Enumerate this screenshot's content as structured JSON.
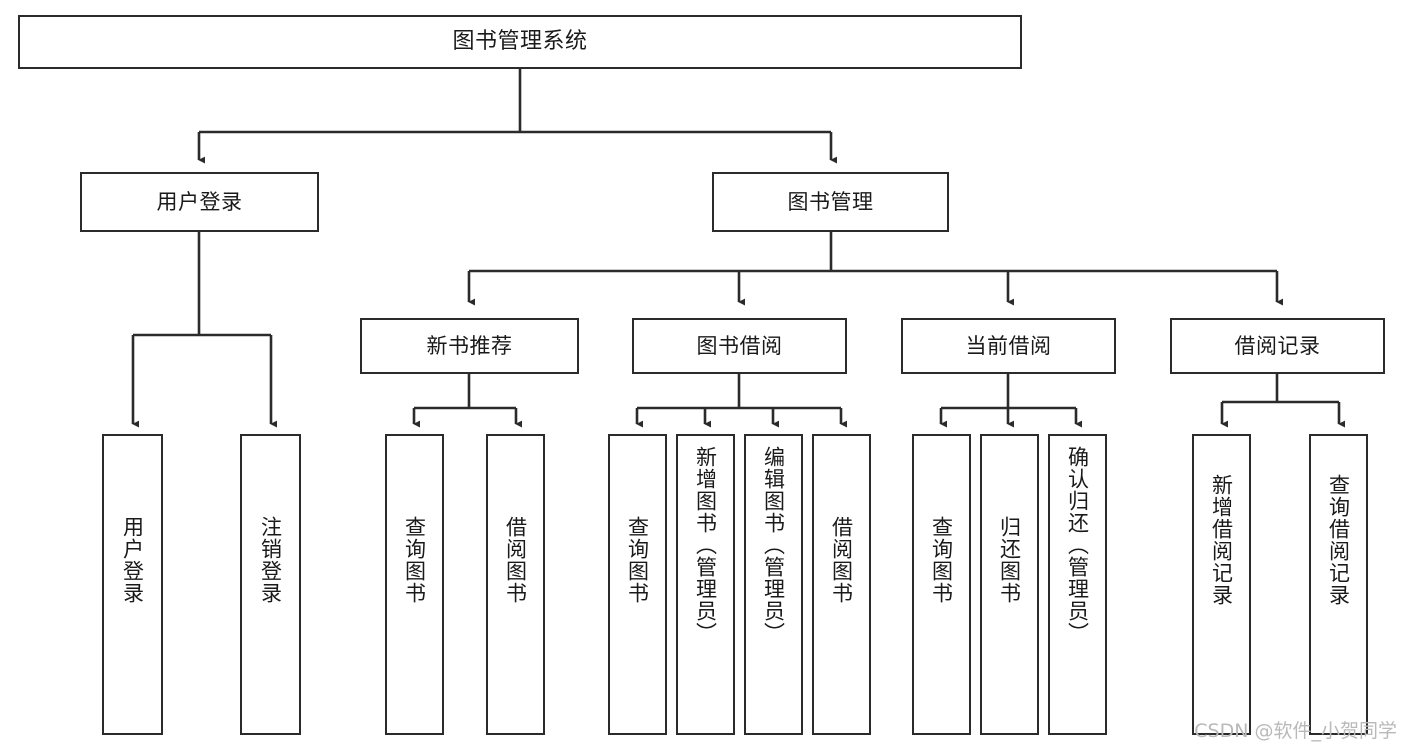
{
  "diagram": {
    "type": "tree-hierarchy",
    "title": "图书管理系统",
    "watermark": "CSDN @软件_小贺同学",
    "stroke_color": "#2b2b2b",
    "background_color": "#ffffff",
    "text_color": "#1a1a1a",
    "watermark_color": "#b9b9b9",
    "nodes": {
      "root": {
        "label": "图书管理系统",
        "level": 0,
        "orientation": "horizontal"
      },
      "user_login": {
        "label": "用户登录",
        "level": 1,
        "orientation": "horizontal"
      },
      "book_manage": {
        "label": "图书管理",
        "level": 1,
        "orientation": "horizontal"
      },
      "new_book_rec": {
        "label": "新书推荐",
        "level": 2,
        "orientation": "horizontal"
      },
      "book_borrow": {
        "label": "图书借阅",
        "level": 2,
        "orientation": "horizontal"
      },
      "current_borrow": {
        "label": "当前借阅",
        "level": 2,
        "orientation": "horizontal"
      },
      "borrow_record": {
        "label": "借阅记录",
        "level": 2,
        "orientation": "horizontal"
      },
      "leaf_user_login": {
        "label": "用户登录",
        "level": 2,
        "orientation": "vertical"
      },
      "leaf_logout": {
        "label": "注销登录",
        "level": 2,
        "orientation": "vertical"
      },
      "leaf_query_book_1": {
        "label": "查询图书",
        "level": 3,
        "orientation": "vertical"
      },
      "leaf_borrow_book_1": {
        "label": "借阅图书",
        "level": 3,
        "orientation": "vertical"
      },
      "leaf_query_book_2": {
        "label": "查询图书",
        "level": 3,
        "orientation": "vertical"
      },
      "leaf_add_book": {
        "label": "新增图书（管理员）",
        "level": 3,
        "orientation": "vertical"
      },
      "leaf_edit_book": {
        "label": "编辑图书（管理员）",
        "level": 3,
        "orientation": "vertical"
      },
      "leaf_borrow_book_2": {
        "label": "借阅图书",
        "level": 3,
        "orientation": "vertical"
      },
      "leaf_query_book_3": {
        "label": "查询图书",
        "level": 3,
        "orientation": "vertical"
      },
      "leaf_return_book": {
        "label": "归还图书",
        "level": 3,
        "orientation": "vertical"
      },
      "leaf_confirm_return": {
        "label": "确认归还（管理员）",
        "level": 3,
        "orientation": "vertical"
      },
      "leaf_add_record": {
        "label": "新增借阅记录",
        "level": 3,
        "orientation": "vertical"
      },
      "leaf_query_record": {
        "label": "查询借阅记录",
        "level": 3,
        "orientation": "vertical"
      }
    },
    "edges": [
      {
        "from": "root",
        "to": "user_login"
      },
      {
        "from": "root",
        "to": "book_manage"
      },
      {
        "from": "user_login",
        "to": "leaf_user_login"
      },
      {
        "from": "user_login",
        "to": "leaf_logout"
      },
      {
        "from": "book_manage",
        "to": "new_book_rec"
      },
      {
        "from": "book_manage",
        "to": "book_borrow"
      },
      {
        "from": "book_manage",
        "to": "current_borrow"
      },
      {
        "from": "book_manage",
        "to": "borrow_record"
      },
      {
        "from": "new_book_rec",
        "to": "leaf_query_book_1"
      },
      {
        "from": "new_book_rec",
        "to": "leaf_borrow_book_1"
      },
      {
        "from": "book_borrow",
        "to": "leaf_query_book_2"
      },
      {
        "from": "book_borrow",
        "to": "leaf_add_book"
      },
      {
        "from": "book_borrow",
        "to": "leaf_edit_book"
      },
      {
        "from": "book_borrow",
        "to": "leaf_borrow_book_2"
      },
      {
        "from": "current_borrow",
        "to": "leaf_query_book_3"
      },
      {
        "from": "current_borrow",
        "to": "leaf_return_book"
      },
      {
        "from": "current_borrow",
        "to": "leaf_confirm_return"
      },
      {
        "from": "borrow_record",
        "to": "leaf_add_record"
      },
      {
        "from": "borrow_record",
        "to": "leaf_query_record"
      }
    ]
  }
}
